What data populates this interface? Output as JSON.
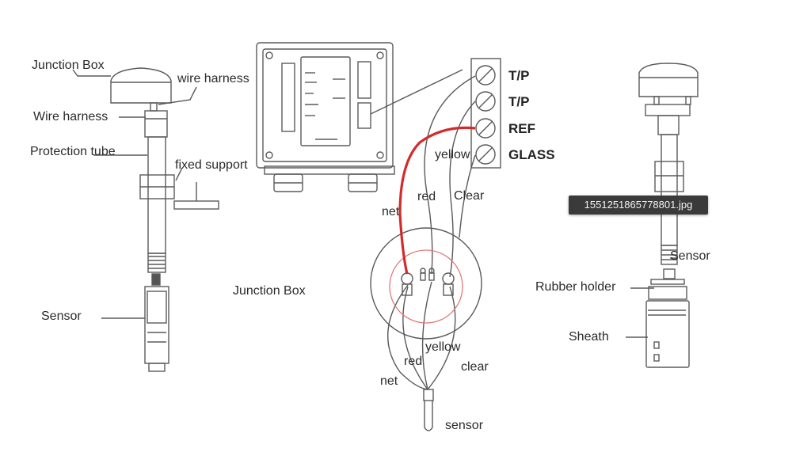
{
  "labels": {
    "left_junction_box": "Junction Box",
    "left_wire_harness_right": "wire harness",
    "left_wire_harness_left": "Wire harness",
    "protection_tube": "Protection tube",
    "fixed_support": "fixed support",
    "left_sensor": "Sensor",
    "center_junction_box": "Junction Box",
    "wire_net_top": "net",
    "wire_red_top": "red",
    "wire_yellow_top": "yellow",
    "wire_clear_top": "Clear",
    "wire_yellow_bottom": "yellow",
    "wire_red_bottom": "red",
    "wire_clear_bottom": "clear",
    "wire_net_bottom": "net",
    "bottom_sensor": "sensor",
    "right_sensor": "Sensor",
    "rubber_holder": "Rubber holder",
    "sheath": "Sheath"
  },
  "terminals": [
    "T/P",
    "T/P",
    "REF",
    "GLASS"
  ],
  "tooltip": "1551251865778801.jpg",
  "colors": {
    "line": "#5a5a5a",
    "red_wire": "#d32b2b",
    "red_ring": "#e07a7a",
    "tooltip_bg": "#3a3a3a"
  }
}
